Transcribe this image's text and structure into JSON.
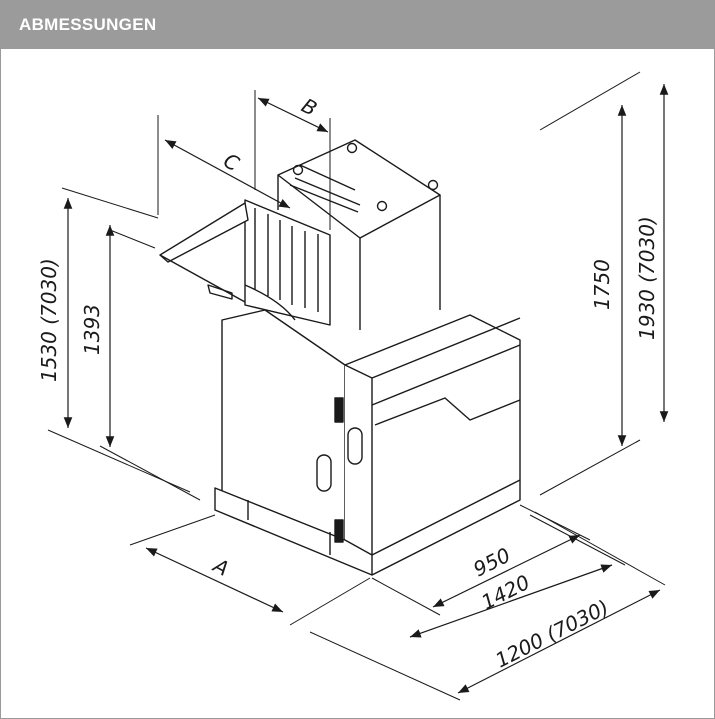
{
  "header": {
    "title": "ABMESSUNGEN"
  },
  "dimensions": {
    "A": "A",
    "B": "B",
    "C": "C",
    "height_total_left": "1530 (7030)",
    "height_left": "1393",
    "height_right": "1750",
    "height_total_right": "1930 (7030)",
    "depth_950": "950",
    "depth_1420": "1420",
    "depth_total": "1200 (7030)"
  },
  "colors": {
    "header_bg": "#9b9b9b",
    "header_text": "#ffffff",
    "line": "#1a1a1a"
  }
}
